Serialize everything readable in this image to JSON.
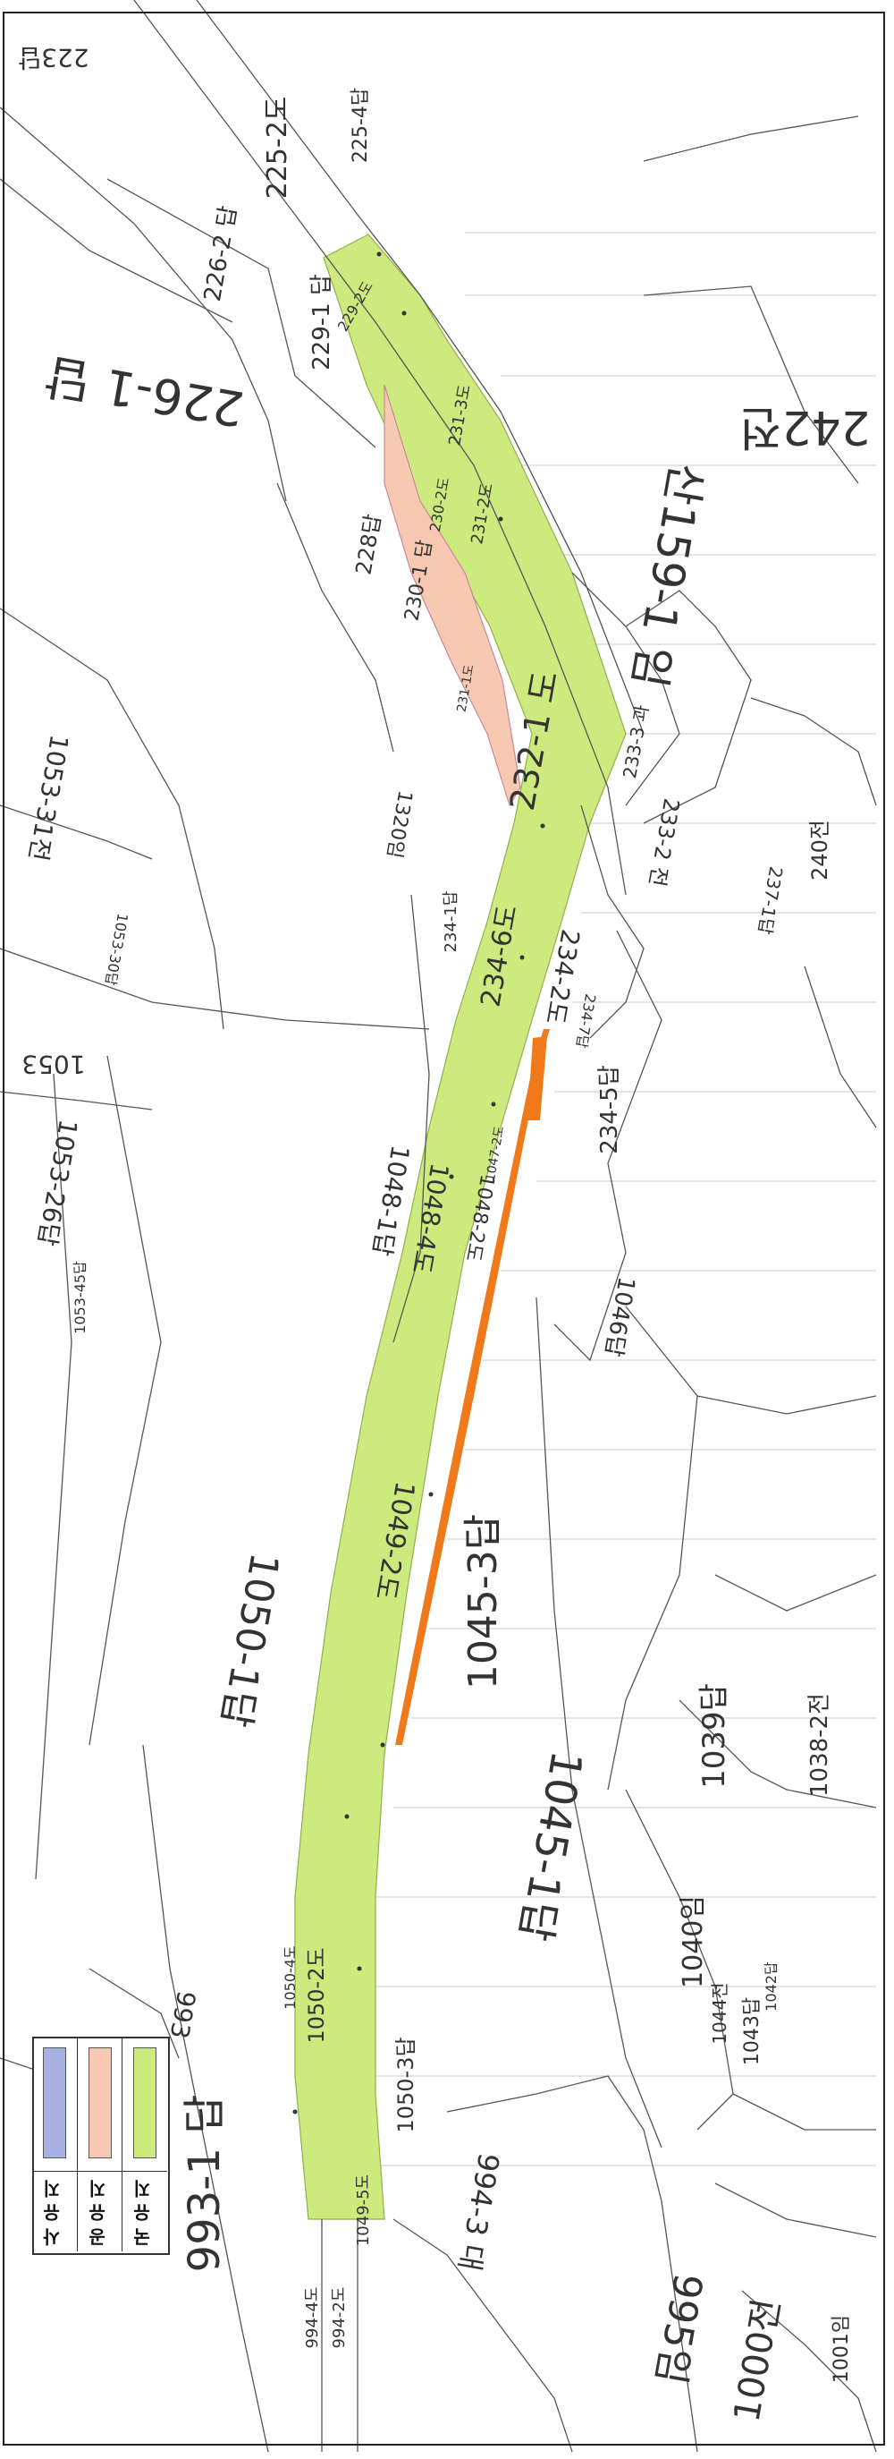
{
  "map": {
    "labels": {
      "l223": "223답",
      "l225_2": "225-2도",
      "l225_4": "225-4답",
      "l226_2": "226-2 답",
      "l226_1": "226-1 답",
      "l229_1": "229-1 답",
      "l229_2": "229-2도",
      "l228": "228답",
      "l230_1": "230-1 답",
      "l230_2": "230-2도",
      "l231_1": "231-1도",
      "l231_2": "231-2도",
      "l231_3": "231-3도",
      "l232_1": "232-1 도",
      "l233_3": "233-3 과",
      "l233_2": "233-2 전",
      "l234_6": "234-6도",
      "l234_2": "234-2도",
      "l234_1": "234-1답",
      "l234_5": "234-5답",
      "l234_7": "234-7답",
      "l1320": "1320임",
      "l1048_1": "1048-1답",
      "l1048_4": "1048-4도",
      "l1048_2": "1048-2도",
      "l1047": "1047-2도",
      "l1046": "1046답",
      "l1049_2": "1049-2도",
      "l1050_1": "1050-1답",
      "l1045_3": "1045-3답",
      "l1045_1": "1045-1답",
      "l1039": "1039답",
      "l1038_2": "1038-2전",
      "l1040": "1040임",
      "l1044": "1044전",
      "l1043": "1043답",
      "l1042": "1042답",
      "l1050_2": "1050-2도",
      "l1050_4": "1050-4도",
      "l1050_3": "1050-3답",
      "l993_1": "993-1 답",
      "l994_3": "994-3 대",
      "l995": "995임",
      "l1000": "1000전",
      "l1001": "1001임",
      "l1049_5": "1049-5도",
      "l1053_31": "1053-31전",
      "l1053_30": "1053-30답",
      "l1053": "1053",
      "l1053_26": "1053-26답",
      "l1053_45": "1053-45답",
      "l240": "240전",
      "l242": "242전",
      "l159_1": "산159-1 임",
      "l237": "237-1답",
      "l993": "993",
      "l994_4": "994-4도",
      "l994_2": "994-2도"
    },
    "colors": {
      "national": "#cdea7e",
      "public": "#f7c9b2",
      "private": "#a8b0e0",
      "strip": "#f07a1a"
    }
  },
  "legend": {
    "items": [
      {
        "label": "국 유 지",
        "color": "#cdea7e"
      },
      {
        "label": "공 유 지",
        "color": "#f7c9b2"
      },
      {
        "label": "사 유 지",
        "color": "#a8b0e0"
      }
    ]
  }
}
